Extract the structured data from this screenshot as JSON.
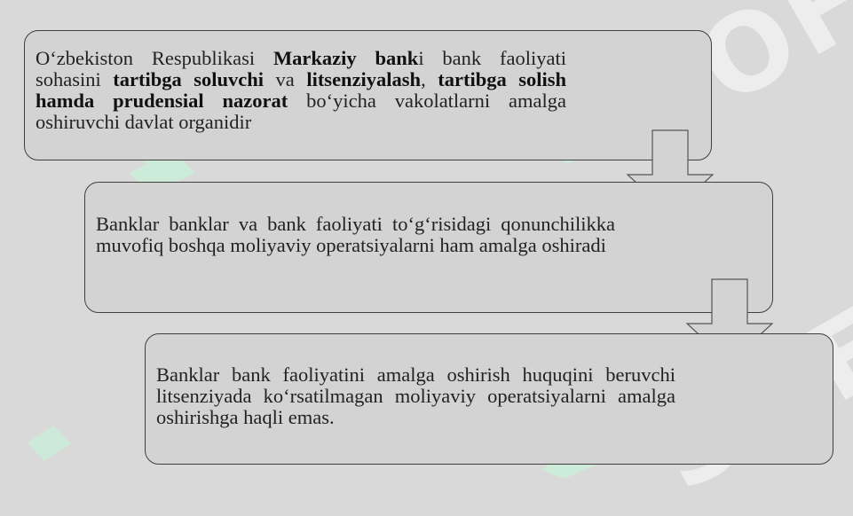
{
  "steps": [
    {
      "segments": [
        {
          "text": "O‘zbekiston Respublikasi ",
          "bold": false
        },
        {
          "text": "Markaziy bank",
          "bold": true
        },
        {
          "text": "i bank faoliyati sohasini ",
          "bold": false
        },
        {
          "text": "tartibga soluvchi",
          "bold": true
        },
        {
          "text": " va ",
          "bold": false
        },
        {
          "text": "litsenziyalash",
          "bold": true
        },
        {
          "text": ", ",
          "bold": false
        },
        {
          "text": "tartibga solish hamda prudensial nazorat",
          "bold": true
        },
        {
          "text": " bo‘yicha vakolatlarni amalga oshiruvchi davlat organidir",
          "bold": false
        }
      ]
    },
    {
      "segments": [
        {
          "text": "Banklar banklar va bank faoliyati to‘g‘risidagi qonunchilikka muvofiq boshqa moliyaviy operatsiyalarni ham amalga oshiradi",
          "bold": false
        }
      ]
    },
    {
      "segments": [
        {
          "text": "Banklar bank faoliyatini amalga oshirish huquqini beruvchi litsenziyada ko‘rsatilmagan moliyaviy operatsiyalarni amalga oshirishga haqli emas.",
          "bold": false
        }
      ]
    }
  ],
  "colors": {
    "background": "#d9d9d9",
    "box_fill": "#d3d3d3",
    "box_border": "#3f3f3f",
    "text": "#222222",
    "watermark": "#ffffff",
    "watermark_logo": "#c8f0d8"
  },
  "watermark": {
    "text": "SOF",
    "logo_icon": "sof-logo-icon"
  }
}
